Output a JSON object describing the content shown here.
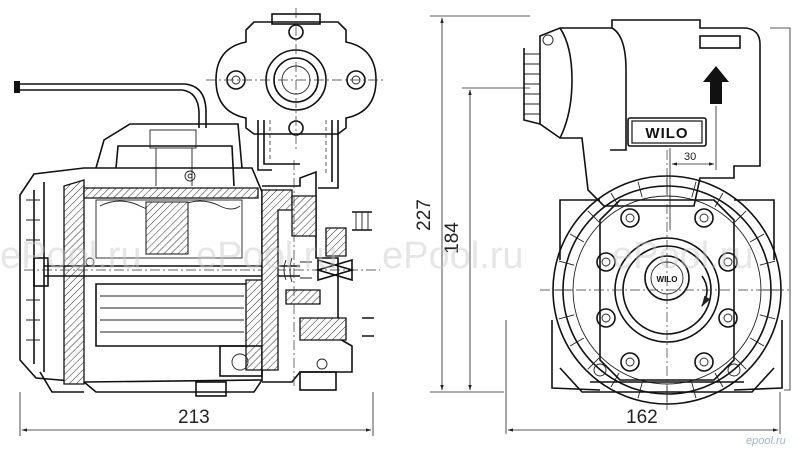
{
  "dimensions": {
    "side_width": "213",
    "front_width": "162",
    "total_height": "227",
    "inlet_height": "184",
    "outlet_offset": "30"
  },
  "brand": {
    "plate_label": "WILO",
    "impeller_label": "WILO"
  },
  "watermark": {
    "text": "ePool.ru",
    "corner_text": "epool.ru"
  }
}
